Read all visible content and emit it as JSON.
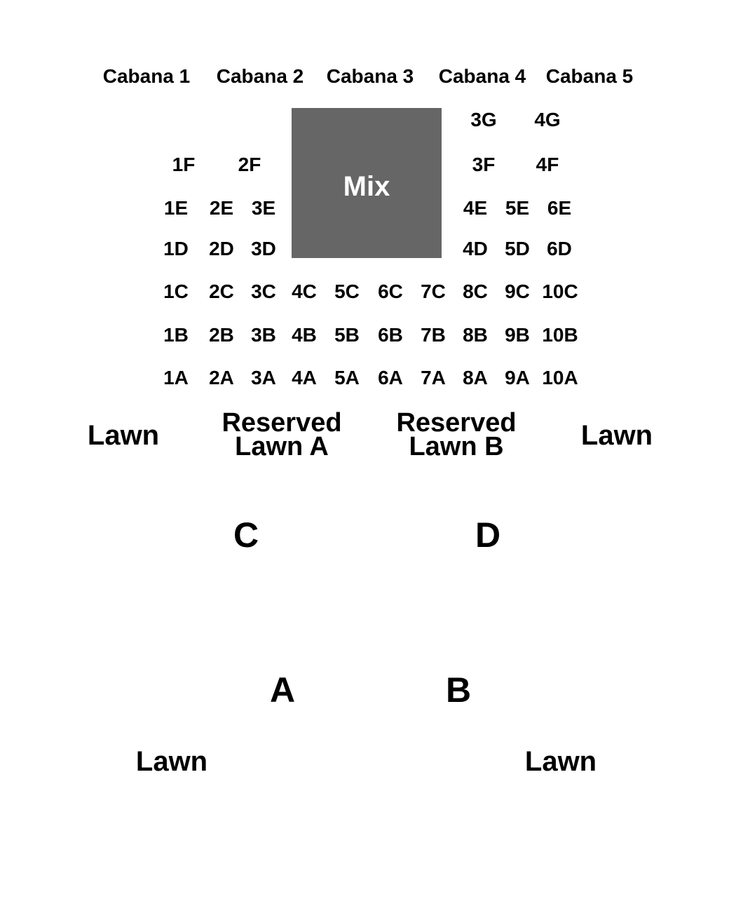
{
  "map": {
    "cabanas": [
      "Cabana 1",
      "Cabana 2",
      "Cabana 3",
      "Cabana 4",
      "Cabana 5"
    ],
    "mix_label": "Mix",
    "mix_color": "#666666",
    "seats": [
      "3G",
      "4G",
      "1F",
      "2F",
      "3F",
      "4F",
      "1E",
      "2E",
      "3E",
      "4E",
      "5E",
      "6E",
      "1D",
      "2D",
      "3D",
      "4D",
      "5D",
      "6D",
      "1C",
      "2C",
      "3C",
      "4C",
      "5C",
      "6C",
      "7C",
      "8C",
      "9C",
      "10C",
      "1B",
      "2B",
      "3B",
      "4B",
      "5B",
      "6B",
      "7B",
      "8B",
      "9B",
      "10B",
      "1A",
      "2A",
      "3A",
      "4A",
      "5A",
      "6A",
      "7A",
      "8A",
      "9A",
      "10A"
    ],
    "lawn_label": "Lawn",
    "reserved_a": [
      "Reserved",
      "Lawn A"
    ],
    "reserved_b": [
      "Reserved",
      "Lawn B"
    ],
    "sections": [
      "C",
      "D",
      "A",
      "B"
    ]
  }
}
